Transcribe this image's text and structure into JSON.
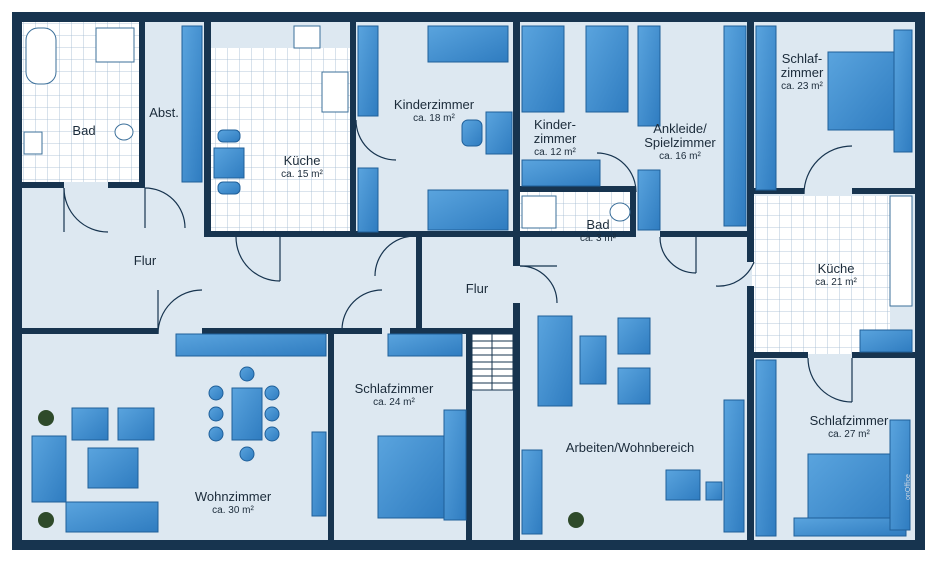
{
  "rooms": {
    "bad1": {
      "name": "Bad",
      "area": ""
    },
    "abst": {
      "name": "Abst.",
      "area": ""
    },
    "kueche1": {
      "name": "Küche",
      "area": "ca. 15 m²"
    },
    "kinder1": {
      "name": "Kinderzimmer",
      "area": "ca. 18 m²"
    },
    "kinder2": {
      "name": "Kinder-",
      "name2": "zimmer",
      "area": "ca. 12 m²"
    },
    "ankleide": {
      "name": "Ankleide/",
      "name2": "Spielzimmer",
      "area": "ca. 16 m²"
    },
    "schlaf23": {
      "name": "Schlaf-",
      "name2": "zimmer",
      "area": "ca. 23 m²"
    },
    "bad2": {
      "name": "Bad",
      "area": "ca. 3 m²"
    },
    "flur1": {
      "name": "Flur",
      "area": ""
    },
    "flur2": {
      "name": "Flur",
      "area": ""
    },
    "kueche2": {
      "name": "Küche",
      "area": "ca. 21 m²"
    },
    "schlaf24": {
      "name": "Schlafzimmer",
      "area": "ca. 24 m²"
    },
    "arbeiten": {
      "name": "Arbeiten/Wohnbereich",
      "area": ""
    },
    "schlaf27": {
      "name": "Schlafzimmer",
      "area": "ca. 27 m²"
    },
    "wohn": {
      "name": "Wohnzimmer",
      "area": "ca. 30 m²"
    }
  },
  "watermark": "onOffice",
  "colors": {
    "wall": "#17344f",
    "floor": "#dde8f1",
    "furniture": "#3f8fd0",
    "tile": "#ffffff"
  }
}
